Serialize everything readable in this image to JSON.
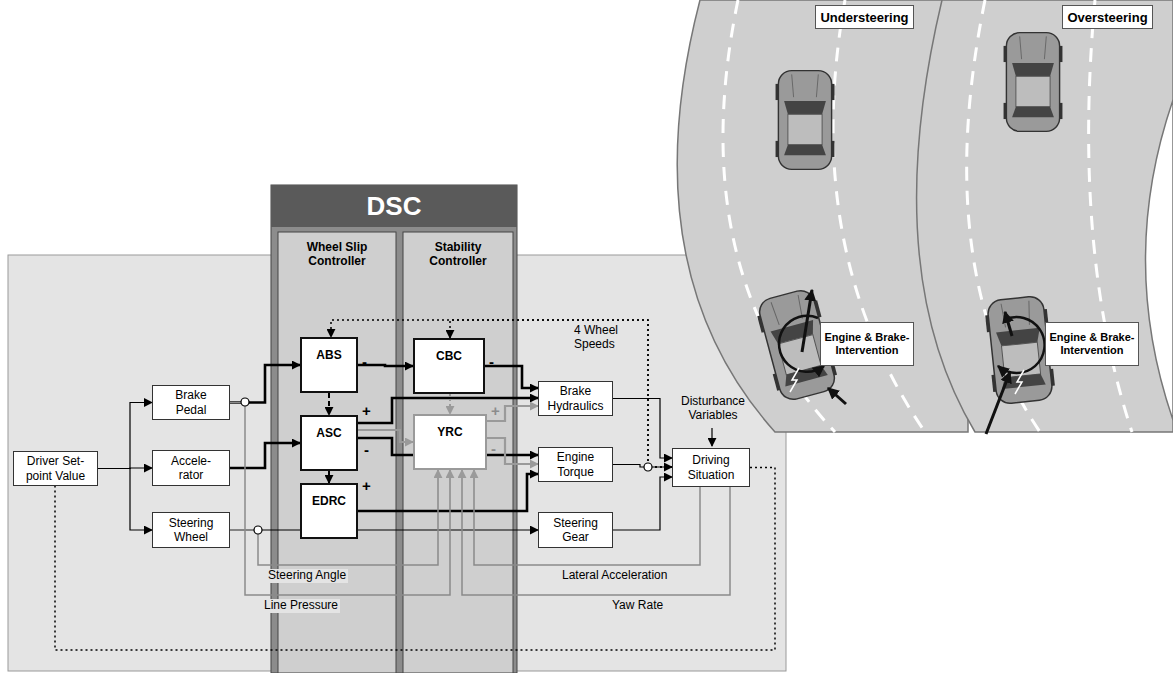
{
  "diagram": {
    "nodes": [
      {
        "text": [
          "DSC"
        ]
      },
      {
        "text": [
          "Wheel Slip Controller"
        ],
        "in": 0
      },
      {
        "text": [
          "Stability Controller"
        ],
        "in": 0
      },
      {
        "text": [
          "ABS"
        ],
        "in": 1
      },
      {
        "text": [
          "ASC"
        ],
        "in": 1
      },
      {
        "text": [
          "EDRC"
        ],
        "in": 1
      },
      {
        "text": [
          "CBC"
        ],
        "in": 2
      },
      {
        "text": [
          "YRC"
        ],
        "in": 2
      },
      {
        "text": [
          "Driver Set- point Value"
        ]
      },
      {
        "text": [
          "Brake Pedal"
        ]
      },
      {
        "text": [
          "Accele- rator"
        ]
      },
      {
        "text": [
          "Steering Wheel"
        ]
      },
      {
        "text": [
          "Brake Hydraulics"
        ]
      },
      {
        "text": [
          "Engine Torque"
        ]
      },
      {
        "text": [
          "Steering Gear"
        ]
      },
      {
        "text": [
          "Driving Situation"
        ]
      },
      {
        "text": [
          "Understeering"
        ]
      },
      {
        "text": [
          "Oversteering"
        ]
      },
      {
        "text": [
          "Engine & Brake- Intervention"
        ]
      },
      {
        "text": [
          "Engine & Brake- Intervention"
        ]
      }
    ],
    "edges": [
      {
        "from": 8,
        "to": 9,
        "arrow": "to"
      },
      {
        "from": 8,
        "to": 10,
        "arrow": "to"
      },
      {
        "from": 8,
        "to": 11,
        "arrow": "to"
      },
      {
        "from": 9,
        "to": 3,
        "arrow": "to"
      },
      {
        "from": 10,
        "to": 4,
        "arrow": "to"
      },
      {
        "from": 11,
        "to": 14,
        "arrow": "to"
      },
      {
        "from": 3,
        "to": 6,
        "arrow": "to"
      },
      {
        "from": 3,
        "to": 4,
        "arrow": "to"
      },
      {
        "from": 4,
        "to": 5,
        "arrow": "to"
      },
      {
        "from": 6,
        "to": 12,
        "arrow": "to"
      },
      {
        "from": 4,
        "to": 12,
        "arrow": "to"
      },
      {
        "from": 4,
        "to": 13,
        "arrow": "to"
      },
      {
        "from": 4,
        "to": 7,
        "arrow": "to"
      },
      {
        "from": 6,
        "to": 7,
        "arrow": "to"
      },
      {
        "from": 5,
        "to": 13,
        "arrow": "to"
      },
      {
        "from": 7,
        "to": 12,
        "arrow": "to"
      },
      {
        "from": 7,
        "to": 13,
        "arrow": "to"
      },
      {
        "from": 12,
        "to": 15,
        "arrow": "to"
      },
      {
        "from": 13,
        "to": 15,
        "arrow": "to"
      },
      {
        "from": 14,
        "to": 15,
        "arrow": "to"
      },
      {
        "from": 15,
        "to": 8,
        "arrow": "none"
      },
      {
        "from": 15,
        "to": 3,
        "label": "4 Wheel Speeds",
        "arrow": "to"
      },
      {
        "from": 15,
        "to": 6,
        "arrow": "to"
      },
      {
        "from": 11,
        "to": 7,
        "label": "Steering Angle",
        "arrow": "to"
      },
      {
        "from": 9,
        "to": 7,
        "label": "Line Pressure",
        "arrow": "to"
      },
      {
        "from": 15,
        "to": 7,
        "label": "Lateral Acceleration",
        "arrow": "to"
      },
      {
        "from": 15,
        "to": 7,
        "label": "Yaw Rate",
        "arrow": "to"
      }
    ],
    "labels": [
      "Disturbance Variables",
      "-",
      "+",
      "-",
      "-",
      "+",
      "+",
      "-"
    ]
  }
}
